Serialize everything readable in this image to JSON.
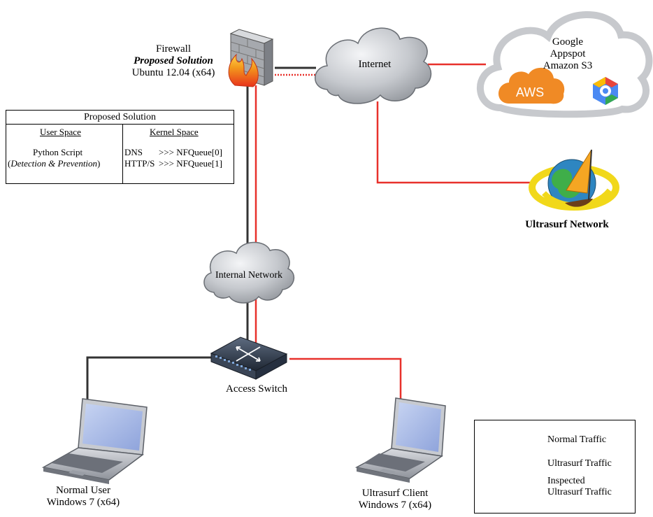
{
  "firewall": {
    "line1": "Firewall",
    "line2": "Proposed Solution",
    "line3": "Ubuntu 12.04 (x64)"
  },
  "internet": {
    "label": "Internet"
  },
  "cloud_services": {
    "line1": "Google",
    "line2": "Appspot",
    "line3": "Amazon S3",
    "aws_logo": "AWS"
  },
  "ultrasurf_network": {
    "label": "Ultrasurf Network"
  },
  "internal_network": {
    "label": "Internal Network"
  },
  "access_switch": {
    "label": "Access Switch"
  },
  "normal_user": {
    "line1": "Normal User",
    "line2": "Windows 7 (x64)"
  },
  "ultrasurf_client": {
    "line1": "Ultrasurf Client",
    "line2": "Windows 7 (x64)"
  },
  "solution_table": {
    "title": "Proposed Solution",
    "user_space_header": "User Space",
    "kernel_space_header": "Kernel Space",
    "user_line1": "Python Script",
    "user_line2_open": "(",
    "user_line2_italic": "Detection & Prevention",
    "user_line2_close": ")",
    "kernel_row1_left": "DNS",
    "kernel_row1_right": ">>> NFQueue[0]",
    "kernel_row2_left": "HTTP/S",
    "kernel_row2_right": ">>> NFQueue[1]"
  },
  "legend": {
    "normal": "Normal Traffic",
    "ultrasurf": "Ultrasurf Traffic",
    "inspected_line1": "Inspected",
    "inspected_line2": "Ultrasurf Traffic"
  },
  "colors": {
    "normal_traffic": "#333333",
    "ultrasurf_traffic": "#e8312b",
    "inspected_traffic": "#e8312b",
    "cloud_fill": "#b9bcc2",
    "aws_orange": "#f08a25"
  }
}
